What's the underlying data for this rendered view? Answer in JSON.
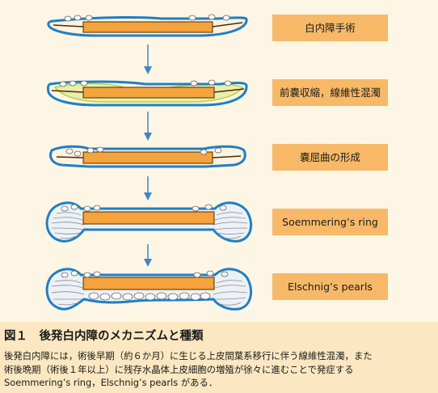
{
  "colors": {
    "background": "#fdf6e4",
    "capsule": "#1f7fc4",
    "lens": "#f5a33c",
    "label_box": "#f7b968",
    "arrow": "#3d86c6",
    "fibrosis": "#b9cf43",
    "caption_band": "#fbe8c2"
  },
  "stages": [
    {
      "label": "白内障手術"
    },
    {
      "label": "前嚢収縮，線維性混濁"
    },
    {
      "label": "嚢屈曲の形成"
    },
    {
      "label": "Soemmering’s ring"
    },
    {
      "label": "Elschnig’s pearls"
    }
  ],
  "caption": {
    "title": "図１　後発白内障のメカニズムと種類",
    "lines": [
      "後発白内障には，術後早期（約６か月）に生じる上皮間葉系移行に伴う線維性混濁，また",
      "術後晩期（術後１年以上）に残存水晶体上皮細胞の増殖が徐々に進むことで発症する",
      "Soemmering’s ring，Elschnig’s pearls がある．"
    ]
  }
}
